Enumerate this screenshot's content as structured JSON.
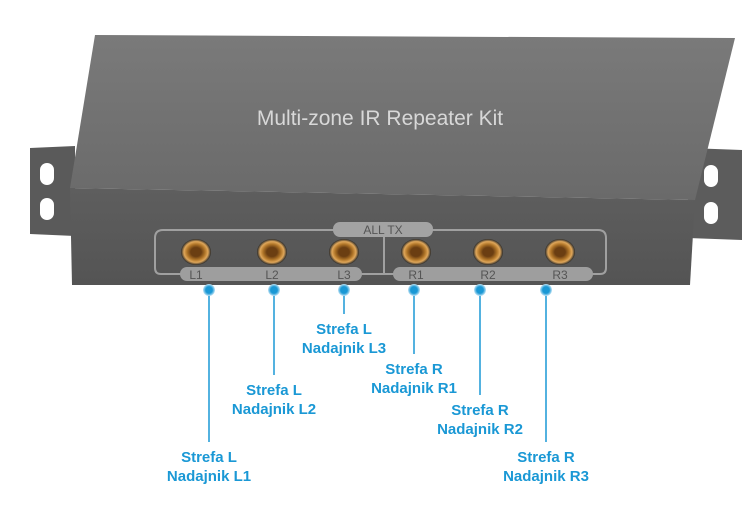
{
  "device": {
    "title": "Multi-zone IR Repeater Kit",
    "group_label": "ALL TX",
    "port_labels": [
      "L1",
      "L2",
      "L3",
      "R1",
      "R2",
      "R3"
    ]
  },
  "callouts": [
    {
      "zone": "Strefa L",
      "transmitter": "Nadajnik L1"
    },
    {
      "zone": "Strefa L",
      "transmitter": "Nadajnik L2"
    },
    {
      "zone": "Strefa L",
      "transmitter": "Nadajnik L3"
    },
    {
      "zone": "Strefa R",
      "transmitter": "Nadajnik R1"
    },
    {
      "zone": "Strefa R",
      "transmitter": "Nadajnik R2"
    },
    {
      "zone": "Strefa R",
      "transmitter": "Nadajnik R3"
    }
  ],
  "colors": {
    "accent": "#1a98d5",
    "body": "#6b6b6b",
    "port": "#d9a050"
  }
}
